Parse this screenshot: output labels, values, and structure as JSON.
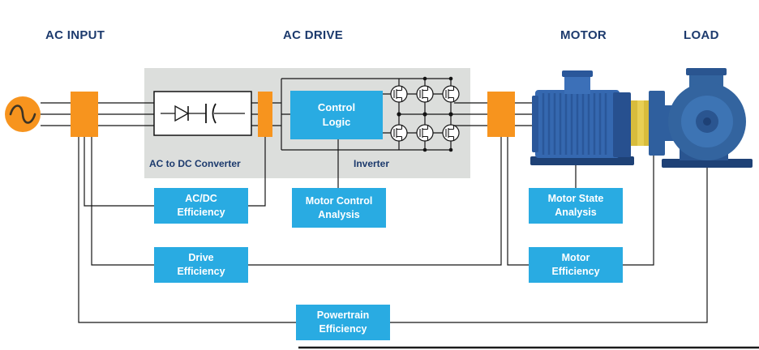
{
  "headers": {
    "ac_input": "AC INPUT",
    "ac_drive": "AC DRIVE",
    "motor": "MOTOR",
    "load": "LOAD"
  },
  "drive_section": {
    "control_logic": "Control\nLogic",
    "converter_label": "AC to DC Converter",
    "inverter_label": "Inverter"
  },
  "analysis_boxes": {
    "acdc_efficiency": "AC/DC\nEfficiency",
    "motor_control_analysis": "Motor Control\nAnalysis",
    "motor_state_analysis": "Motor State\nAnalysis",
    "drive_efficiency": "Drive\nEfficiency",
    "motor_efficiency": "Motor\nEfficiency",
    "powertrain_efficiency": "Powertrain\nEfficiency"
  },
  "icons": {
    "ac_source": "ac-sine-source-icon",
    "diode": "diode-icon",
    "capacitor": "capacitor-icon",
    "transistor": "igbt-transistor-icon",
    "motor": "electric-motor-illustration",
    "coupling": "shaft-coupling-illustration",
    "pump": "centrifugal-pump-illustration"
  },
  "colors": {
    "accent_orange": "#F7941E",
    "analysis_blue": "#29ABE2",
    "heading_navy": "#1C3A6D",
    "panel_gray": "#DCDEDC",
    "wire_black": "#141414",
    "motor_blue": "#3568B0",
    "pump_blue": "#33649F",
    "coupling_yellow": "#E8CF54"
  }
}
